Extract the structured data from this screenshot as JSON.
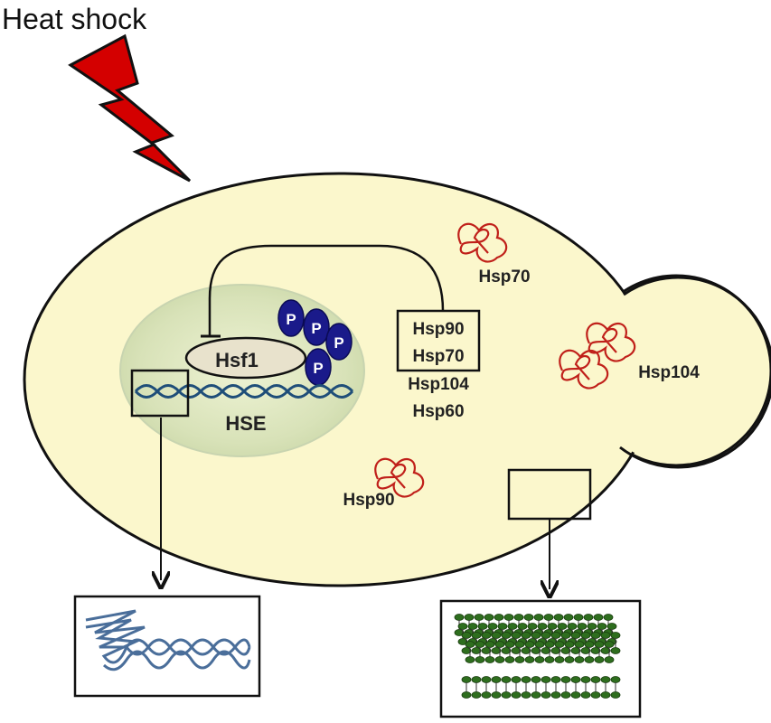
{
  "title": "Heat shock",
  "nucleus": {
    "factor_label": "Hsf1",
    "element_label": "HSE",
    "phospho_label": "P"
  },
  "induced_genes": {
    "boxed": [
      "Hsp90",
      "Hsp70"
    ],
    "unboxed": [
      "Hsp104",
      "Hsp60"
    ]
  },
  "chaperones": [
    {
      "id": "hsp70",
      "label": "Hsp70"
    },
    {
      "id": "hsp104",
      "label": "Hsp104"
    },
    {
      "id": "hsp90",
      "label": "Hsp90"
    }
  ],
  "colors": {
    "bolt": "#d40000",
    "cell_fill": "#fbf7cc",
    "nucleus_fill": "#d8e2b8",
    "phospho": "#1a1a8a",
    "dna": "#1f4e79",
    "protein": "#c0201a",
    "fibril": "#2e6e1e"
  }
}
